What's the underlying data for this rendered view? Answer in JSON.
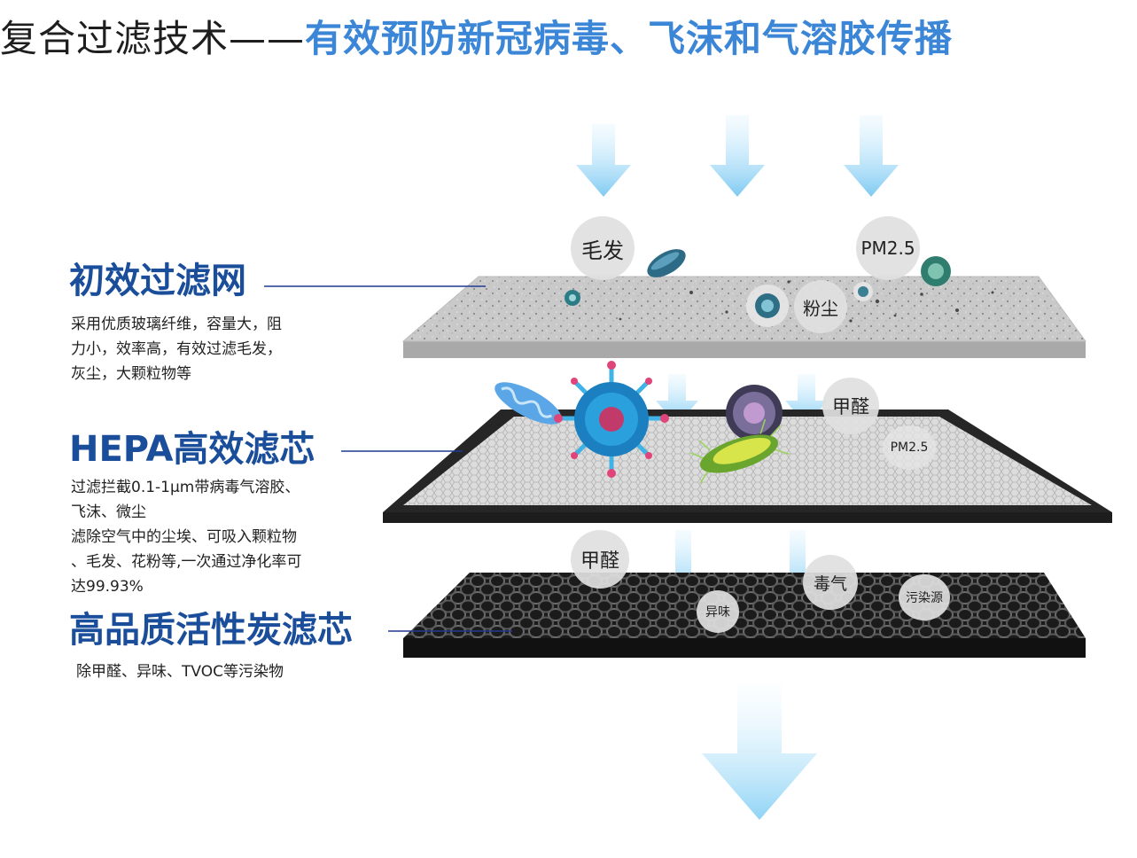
{
  "header": {
    "title_dark": "复合过滤技术——",
    "title_blue": "有效预防新冠病毒、飞沫和气溶胶传播"
  },
  "layers": [
    {
      "title": "初效过滤网",
      "desc": [
        "采用优质玻璃纤维，容量大，阻",
        "力小，效率高，有效过滤毛发，",
        "灰尘，大颗粒物等"
      ]
    },
    {
      "title": "HEPA高效滤芯",
      "desc": [
        "过滤拦截0.1-1μm带病毒气溶胶、",
        "飞沫、微尘",
        "滤除空气中的尘埃、可吸入颗粒物",
        "、毛发、花粉等,一次通过净化率可",
        "达99.93%"
      ]
    },
    {
      "title": "高品质活性炭滤芯",
      "desc": [
        "除甲醛、异味、TVOC等污染物"
      ]
    }
  ],
  "particles": {
    "hair": "毛发",
    "pm25_top": "PM2.5",
    "dust": "粉尘",
    "formaldehyde_mid": "甲醛",
    "pm25_mid": "PM2.5",
    "formaldehyde_low": "甲醛",
    "odor": "异味",
    "toxic_gas": "毒气",
    "pollution_source": "污染源"
  },
  "colors": {
    "title_blue": "#3b86d6",
    "layer_title": "#1a4d9a",
    "arrow_blue": "#8fd2f4",
    "leader_line": "#1f3a94"
  }
}
